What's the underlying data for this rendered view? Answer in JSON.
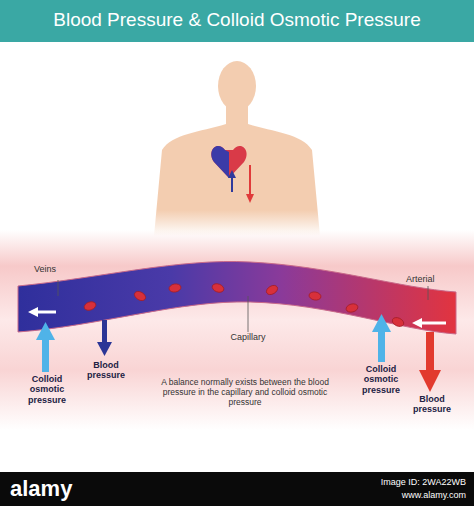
{
  "diagram": {
    "title": "Blood Pressure & Colloid Osmotic Pressure",
    "caption": "A balance normally exists between the blood pressure in the capillary and colloid osmotic pressure",
    "labels": [
      "Veins",
      "Arterial",
      "Capillary",
      "Colloid osmotic pressure",
      "Blood pressure",
      "Colloid osmotic pressure",
      "Blood pressure",
      "alamy",
      "Image ID: 2WA22WB",
      "www.alamy.com"
    ]
  }
}
